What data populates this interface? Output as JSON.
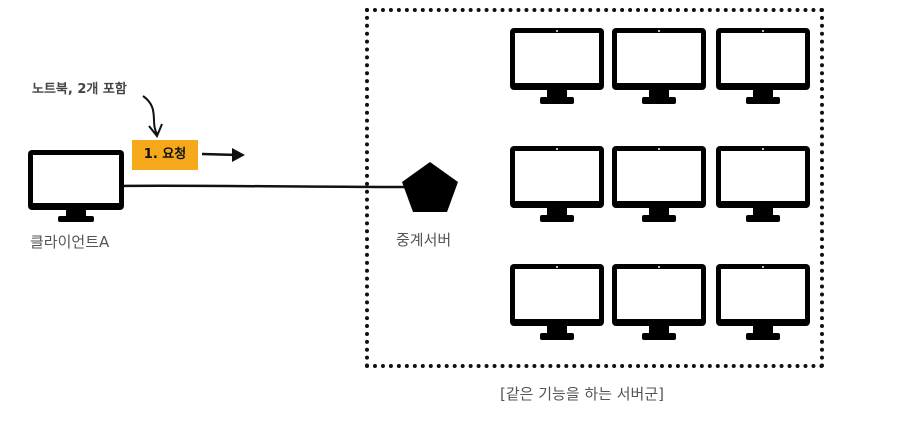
{
  "client": {
    "label": "클라이언트A",
    "icon": "monitor-icon"
  },
  "annotation": {
    "text": "노트북, 2개 포함"
  },
  "request": {
    "label": "1. 요청",
    "color": "#f5a81a"
  },
  "proxy": {
    "label": "중계서버",
    "icon": "pentagon-icon"
  },
  "server_group": {
    "label": "[같은 기능을 하는 서버군]",
    "server_count": 9,
    "icon": "monitor-icon"
  }
}
